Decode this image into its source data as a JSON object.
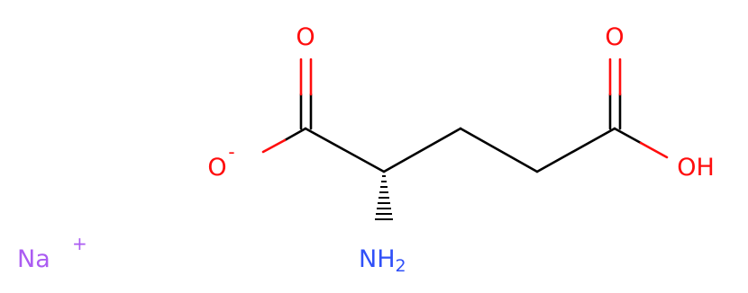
{
  "molecule": {
    "atoms": {
      "carbonyl_o_left": "O",
      "carboxylate_o": "O",
      "carboxylate_charge": "-",
      "carbonyl_o_right": "O",
      "hydroxyl": "OH",
      "amine_n": "NH",
      "amine_sub": "2",
      "sodium": "Na",
      "sodium_charge": "+"
    }
  },
  "colors": {
    "oxygen": "#ff0d0d",
    "nitrogen": "#3050f8",
    "sodium": "#ab5cf2",
    "bond": "#000000",
    "background": "#ffffff"
  }
}
